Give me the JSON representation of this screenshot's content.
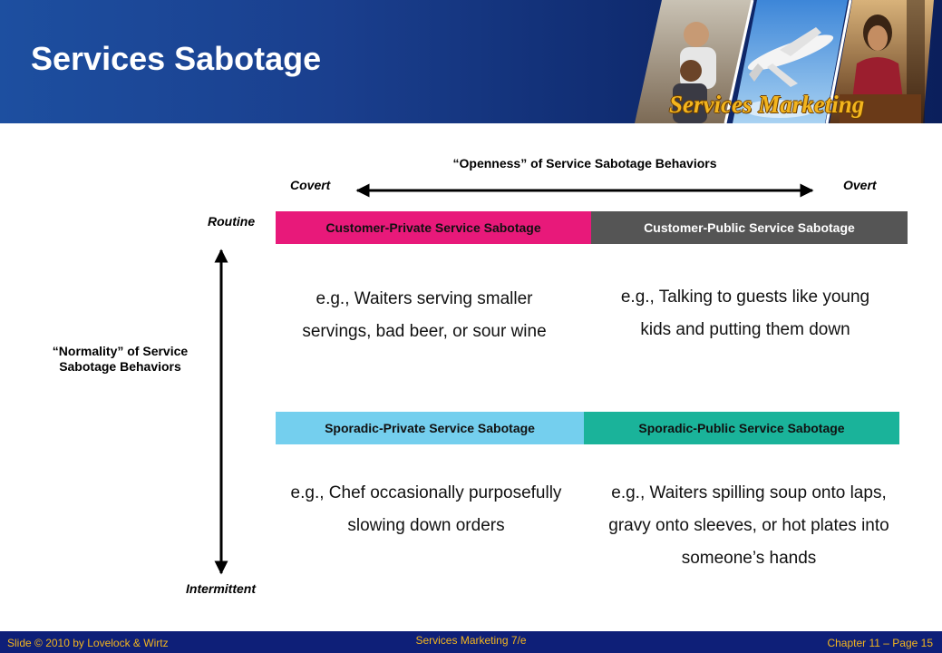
{
  "header": {
    "title": "Services Sabotage",
    "brand": "Services Marketing"
  },
  "diagram": {
    "horizontal_axis": {
      "title": "“Openness” of Service Sabotage Behaviors",
      "left_label": "Covert",
      "right_label": "Overt"
    },
    "vertical_axis": {
      "title": "“Normality” of Service Sabotage Behaviors",
      "top_label": "Routine",
      "bottom_label": "Intermittent"
    },
    "quadrants": [
      {
        "label": "Customer-Private Service Sabotage",
        "color": "#e8197a",
        "example": "e.g., Waiters serving smaller servings, bad beer, or sour wine"
      },
      {
        "label": "Customer-Public Service Sabotage",
        "color": "#555555",
        "example": "e.g., Talking to guests like young kids and putting them down"
      },
      {
        "label": "Sporadic-Private Service Sabotage",
        "color": "#74cfee",
        "example": "e.g., Chef occasionally purposefully slowing down orders"
      },
      {
        "label": "Sporadic-Public Service Sabotage",
        "color": "#1ab39a",
        "example": "e.g., Waiters spilling soup onto laps, gravy onto sleeves, or hot plates into someone’s hands"
      }
    ]
  },
  "footer": {
    "left": "Slide © 2010 by Lovelock & Wirtz",
    "center": "Services Marketing 7/e",
    "right": "Chapter 11 – Page 15"
  }
}
